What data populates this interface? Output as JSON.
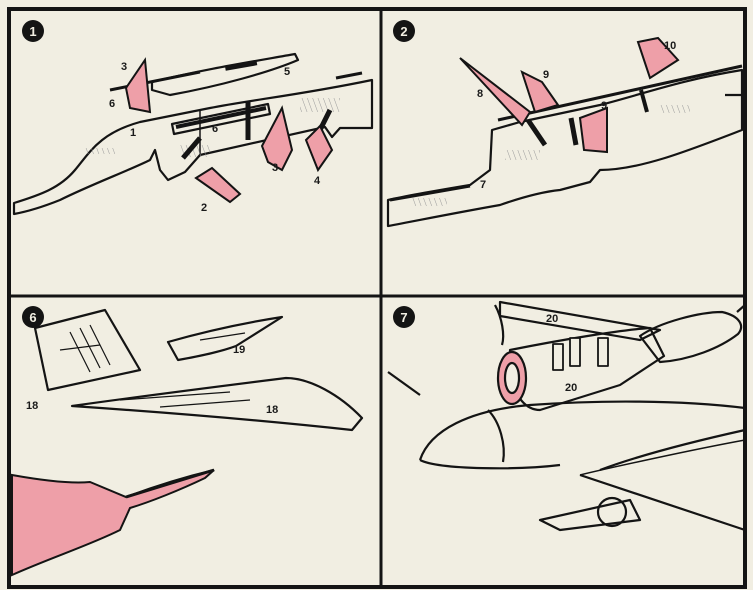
{
  "colors": {
    "paper": "#f1eee2",
    "ink": "#141414",
    "part_fill": "#ee9fa8",
    "part_fill_dark": "#d9737f",
    "hatch": "#9a9a9a"
  },
  "panels": [
    {
      "number": "1",
      "labels": {
        "p1_3a": "3",
        "p1_5": "5",
        "p1_6a": "6",
        "p1_1": "1",
        "p1_6b": "6",
        "p1_3b": "3",
        "p1_4": "4",
        "p1_2": "2"
      }
    },
    {
      "number": "2",
      "labels": {
        "p2_10": "10",
        "p2_9a": "9",
        "p2_8": "8",
        "p2_9b": "9",
        "p2_7": "7"
      }
    },
    {
      "number": "6",
      "labels": {
        "p6_19": "19",
        "p6_18a": "18",
        "p6_18b": "18"
      }
    },
    {
      "number": "7",
      "labels": {
        "p7_20a": "20",
        "p7_20b": "20"
      }
    }
  ]
}
